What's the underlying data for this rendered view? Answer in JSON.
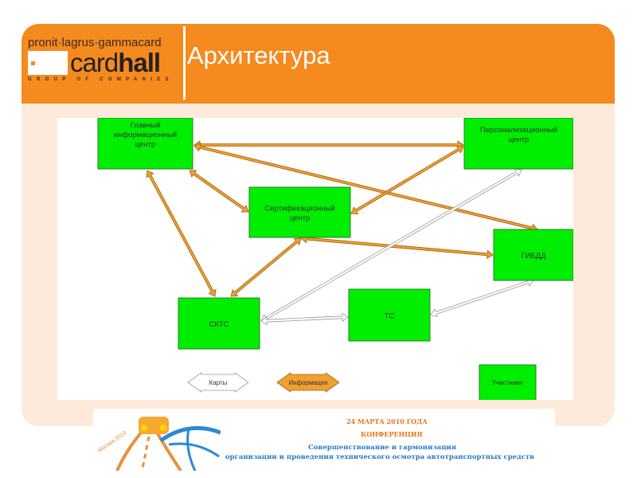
{
  "slide": {
    "title": "Архитектура"
  },
  "logo": {
    "top": "pronit·lagrus·gammacard",
    "word_light": "card",
    "word_bold": "hall",
    "sub": "GROUP OF COMPANIES"
  },
  "diagram": {
    "nodes": {
      "main": "Главный информационный центр",
      "perso": "Персонализационный центр",
      "cert": "Сертификационный центр",
      "gibdd": "ГИБДД",
      "skts": "СКТС",
      "ts": "ТС"
    },
    "connections": [
      {
        "from": "main",
        "to": "perso",
        "type": "info"
      },
      {
        "from": "main",
        "to": "gibdd",
        "type": "info"
      },
      {
        "from": "main",
        "to": "cert",
        "type": "info"
      },
      {
        "from": "main",
        "to": "skts",
        "type": "info"
      },
      {
        "from": "perso",
        "to": "cert",
        "type": "info"
      },
      {
        "from": "cert",
        "to": "skts",
        "type": "info"
      },
      {
        "from": "cert",
        "to": "gibdd",
        "type": "info"
      },
      {
        "from": "sktsR",
        "to": "perso",
        "type": "cards"
      },
      {
        "from": "sktsR",
        "to": "ts",
        "type": "cards"
      },
      {
        "from": "ts",
        "to": "gibdd",
        "type": "cards"
      }
    ],
    "legend": {
      "cards": "Карты",
      "info": "Информация",
      "participants": "Участники"
    },
    "colors": {
      "node": "#00ee00",
      "info": "#f0a030",
      "cards": "#ffffff"
    }
  },
  "banner": {
    "date": "24 МАРТА 2010 ГОДА",
    "event": "КОНФЕРЕНЦИЯ",
    "line1": "Совершенствование и гармонизация",
    "line2": "организации и проведения технического осмотра автотранспортных средств",
    "logo_text": "Москва 2010"
  }
}
